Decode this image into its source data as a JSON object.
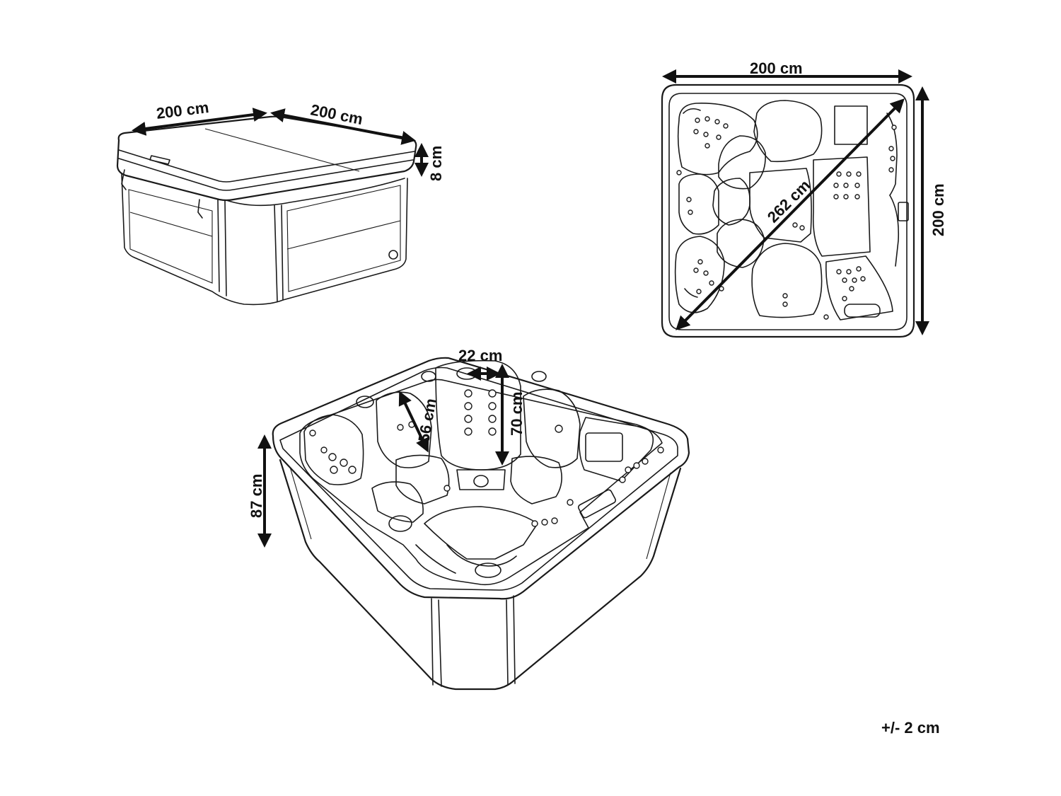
{
  "colors": {
    "line": "#1a1a1a",
    "background": "#ffffff",
    "text": "#111111"
  },
  "cover_view": {
    "width_a": "200 cm",
    "width_b": "200 cm",
    "thickness": "8 cm"
  },
  "top_view": {
    "width": "200 cm",
    "depth": "200 cm",
    "diagonal": "262 cm"
  },
  "perspective_view": {
    "height": "87 cm",
    "seat_depth": "56 cm",
    "backrest_height": "70 cm",
    "headrest_width": "22 cm"
  },
  "tolerance": "+/- 2 cm"
}
